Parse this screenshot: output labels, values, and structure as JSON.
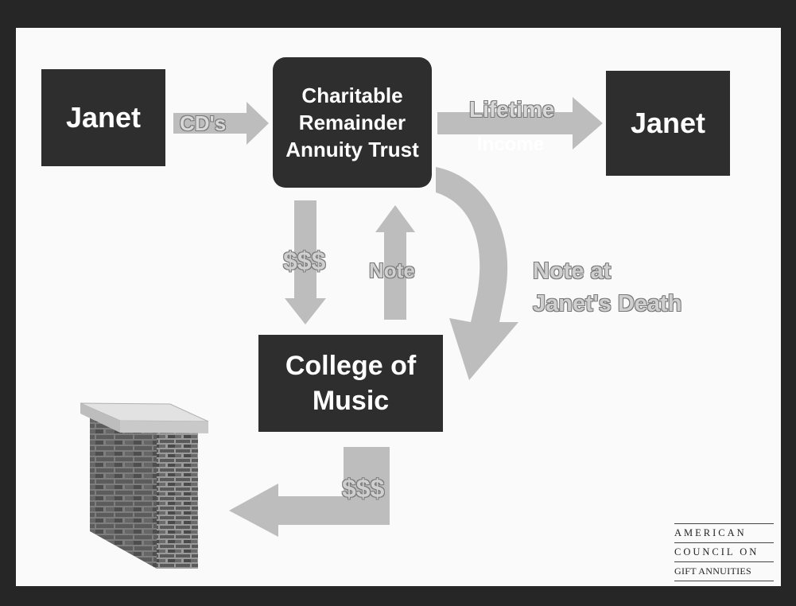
{
  "nodes": {
    "donor_left": "Janet",
    "trust_line1": "Charitable",
    "trust_line2": "Remainder",
    "trust_line3": "Annuity Trust",
    "donor_right": "Janet",
    "college_line1": "College of",
    "college_line2": "Music"
  },
  "edges": {
    "cds": "CD's",
    "lifetime": "Lifetime",
    "income": "Income",
    "money_down": "$$$",
    "note_up": "Note",
    "note_at": "Note at",
    "janets_death": "Janet's Death",
    "money_left": "$$$"
  },
  "logo": {
    "line1": "AMERICAN",
    "line2": "COUNCIL ON",
    "line3": "GIFT ANNUITIES"
  },
  "colors": {
    "box_fill": "#2e2e2e",
    "arrow_fill": "#bdbdbd",
    "frame": "#262626"
  },
  "icons": [
    "brick-wall-icon"
  ]
}
